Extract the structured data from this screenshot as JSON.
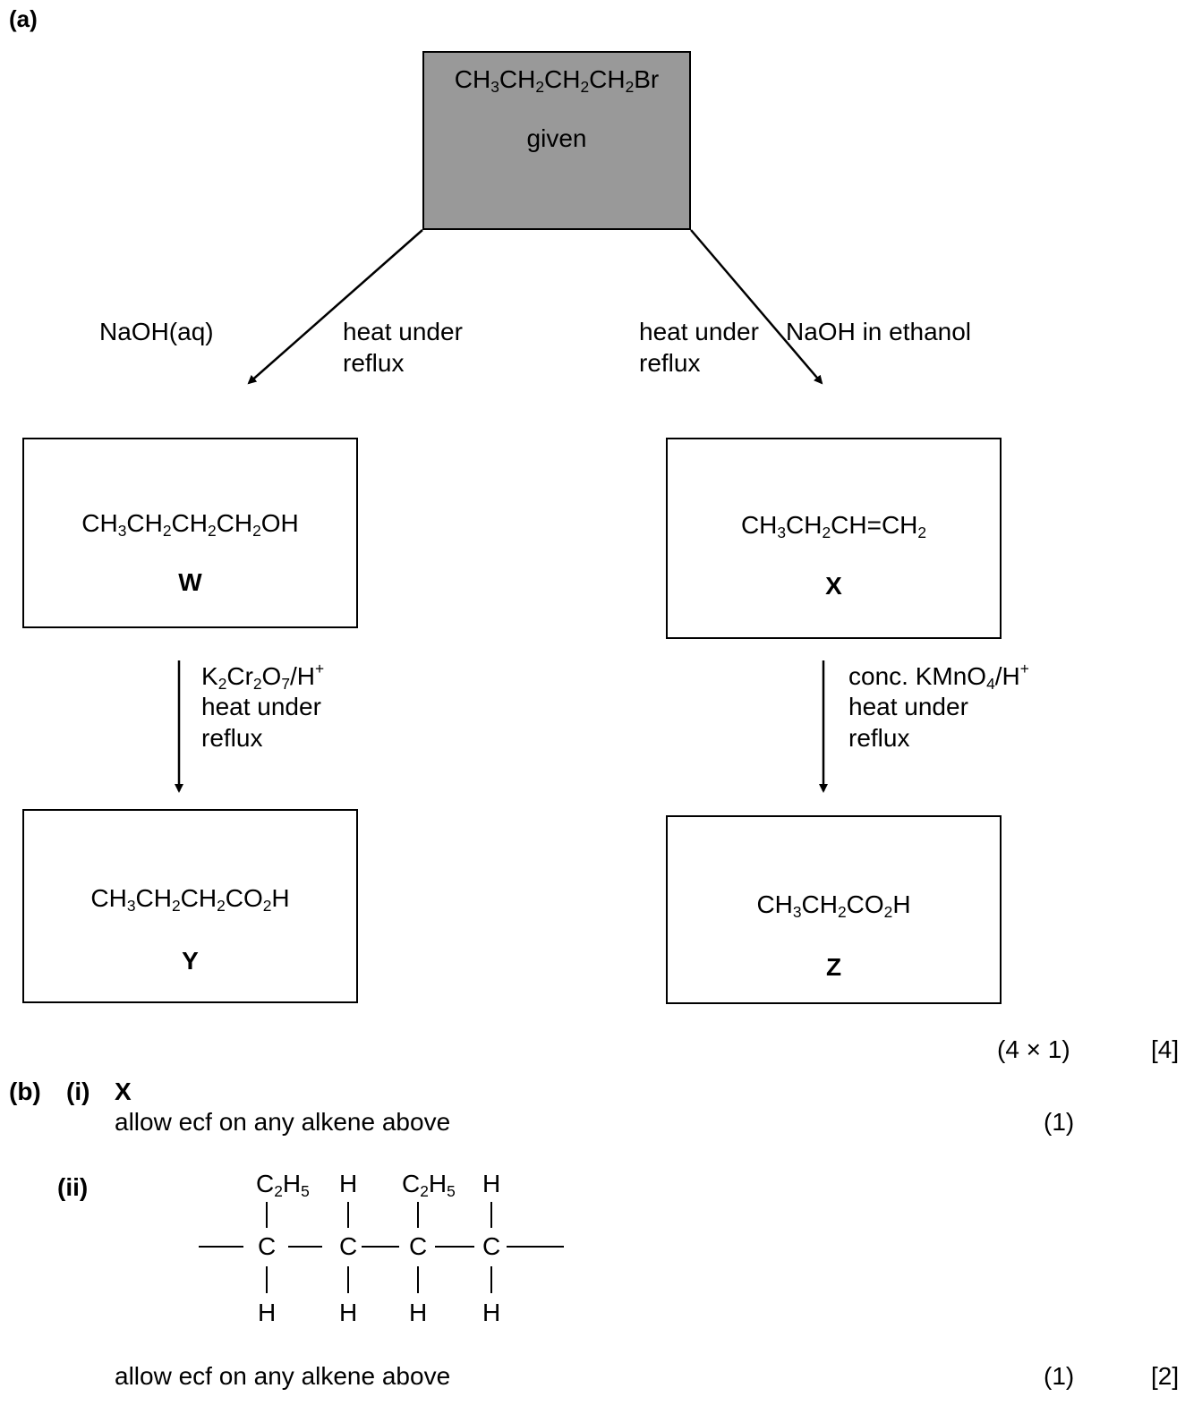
{
  "part_a": {
    "label": "(a)",
    "start": {
      "formula": [
        "CH",
        "3",
        "CH",
        "2",
        "CH",
        "2",
        "CH",
        "2",
        "Br"
      ],
      "note": "given"
    },
    "left_reagent": "NaOH(aq)",
    "left_conditions": [
      "heat under",
      "reflux"
    ],
    "right_conditions": [
      "heat under",
      "reflux"
    ],
    "right_reagent": "NaOH in ethanol",
    "W": {
      "formula": [
        "CH",
        "3",
        "CH",
        "2",
        "CH",
        "2",
        "CH",
        "2",
        "OH"
      ],
      "letter": "W"
    },
    "X": {
      "formula": [
        "CH",
        "3",
        "CH",
        "2",
        "CH=CH",
        "2"
      ],
      "letter": "X"
    },
    "W_to_Y": {
      "reagent": [
        "K",
        "2",
        "Cr",
        "2",
        "O",
        "7",
        "/H",
        "+"
      ],
      "conditions": [
        "heat under",
        "reflux"
      ]
    },
    "X_to_Z": {
      "reagent": [
        "conc. KMnO",
        "4",
        "/H",
        "+"
      ],
      "conditions": [
        "heat under",
        "reflux"
      ]
    },
    "Y": {
      "formula": [
        "CH",
        "3",
        "CH",
        "2",
        "CH",
        "2",
        "CO",
        "2",
        "H"
      ],
      "letter": "Y"
    },
    "Z": {
      "formula": [
        "CH",
        "3",
        "CH",
        "2",
        "CO",
        "2",
        "H"
      ],
      "letter": "Z"
    },
    "marks_breakdown": "(4 × 1)",
    "marks_total": "[4]"
  },
  "part_b": {
    "label": "(b)",
    "i": {
      "label": "(i)",
      "answer": "X",
      "note": "allow ecf on any alkene above",
      "mark": "(1)"
    },
    "ii": {
      "label": "(ii)",
      "polymer": {
        "top_labels": [
          "C2H5",
          "H",
          "C2H5",
          "H"
        ],
        "carbons": [
          "C",
          "C",
          "C",
          "C"
        ],
        "bottom_labels": [
          "H",
          "H",
          "H",
          "H"
        ]
      },
      "note": "allow ecf on any alkene above",
      "mark": "(1)",
      "total": "[2]"
    }
  }
}
